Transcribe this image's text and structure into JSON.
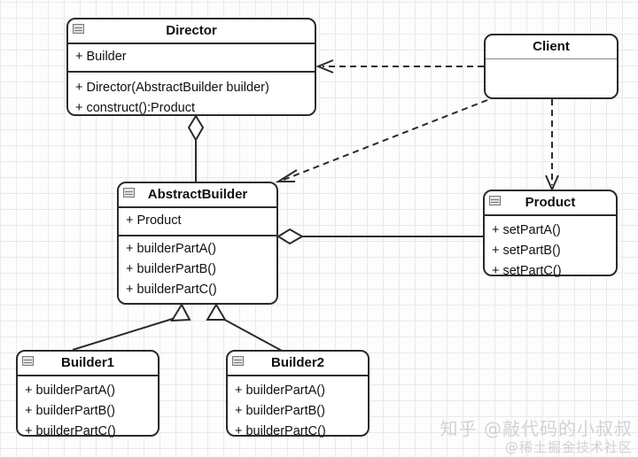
{
  "diagram": {
    "title": "Builder Pattern UML Class Diagram",
    "background": "#fdfdfd",
    "grid_color": "#e9e9ec",
    "grid_major_color": "#c9c9cf",
    "line_color": "#2b2b2b",
    "classes": [
      {
        "id": "director",
        "name": "Director",
        "icon": "class-icon",
        "attributes": [
          "+ Builder"
        ],
        "operations": [
          "+ Director(AbstractBuilder builder)",
          "+ construct():Product"
        ]
      },
      {
        "id": "client",
        "name": "Client",
        "icon": "none",
        "attributes": [],
        "operations": []
      },
      {
        "id": "abstractbuilder",
        "name": "AbstractBuilder",
        "icon": "class-icon",
        "attributes": [
          "+ Product"
        ],
        "operations": [
          "+ builderPartA()",
          "+ builderPartB()",
          "+ builderPartC()"
        ]
      },
      {
        "id": "product",
        "name": "Product",
        "icon": "class-icon",
        "attributes": [],
        "operations": [
          "+ setPartA()",
          "+ setPartB()",
          "+ setPartC()"
        ]
      },
      {
        "id": "builder1",
        "name": "Builder1",
        "icon": "class-icon",
        "attributes": [],
        "operations": [
          "+ builderPartA()",
          "+ builderPartB()",
          "+ builderPartC()"
        ]
      },
      {
        "id": "builder2",
        "name": "Builder2",
        "icon": "class-icon",
        "attributes": [],
        "operations": [
          "+ builderPartA()",
          "+ builderPartB()",
          "+ builderPartC()"
        ]
      }
    ],
    "relationships": [
      {
        "id": "rel-director-abstractbuilder",
        "type": "aggregation",
        "from": "Director",
        "to": "AbstractBuilder",
        "style": "solid",
        "marker": "hollow-diamond"
      },
      {
        "id": "rel-client-director",
        "type": "dependency",
        "from": "Client",
        "to": "Director",
        "style": "dashed",
        "marker": "open-arrow"
      },
      {
        "id": "rel-client-abstractbuilder",
        "type": "dependency",
        "from": "Client",
        "to": "AbstractBuilder",
        "style": "dashed",
        "marker": "open-arrow"
      },
      {
        "id": "rel-client-product",
        "type": "dependency",
        "from": "Client",
        "to": "Product",
        "style": "dashed",
        "marker": "open-arrow"
      },
      {
        "id": "rel-abstractbuilder-product",
        "type": "aggregation",
        "from": "AbstractBuilder",
        "to": "Product",
        "style": "solid",
        "marker": "hollow-diamond"
      },
      {
        "id": "rel-builder1-abstractbuilder",
        "type": "generalization",
        "from": "Builder1",
        "to": "AbstractBuilder",
        "style": "solid",
        "marker": "hollow-triangle"
      },
      {
        "id": "rel-builder2-abstractbuilder",
        "type": "generalization",
        "from": "Builder2",
        "to": "AbstractBuilder",
        "style": "solid",
        "marker": "hollow-triangle"
      }
    ]
  },
  "watermark": {
    "line1": "知乎 @敲代码的小叔叔",
    "line2": "@稀土掘金技术社区",
    "color": "#d2d2d6"
  }
}
